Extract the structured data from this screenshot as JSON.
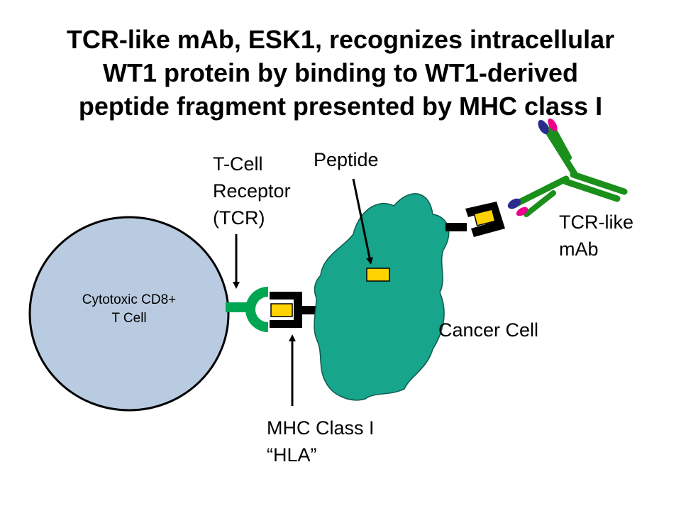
{
  "title_lines": [
    "TCR-like mAb, ESK1, recognizes intracellular",
    "WT1 protein by binding to WT1-derived",
    "peptide fragment presented by MHC class I"
  ],
  "labels": {
    "t_cell": [
      "Cytotoxic CD8+",
      "T Cell"
    ],
    "tcr": [
      "T-Cell",
      "Receptor",
      "(TCR)"
    ],
    "peptide": "Peptide",
    "mhc": [
      "MHC Class I",
      "“HLA”"
    ],
    "cancer_cell": "Cancer Cell",
    "mab": [
      "TCR-like",
      "mAb"
    ]
  },
  "colors": {
    "t_cell_fill": "#b9cbe0",
    "cancer_cell_fill": "#17a58c",
    "receptor_green": "#00a651",
    "peptide_yellow": "#ffd200",
    "antibody_green": "#1a8f1a",
    "antibody_tip_blue": "#2b2b8f",
    "antibody_tip_pink": "#ec008c"
  }
}
